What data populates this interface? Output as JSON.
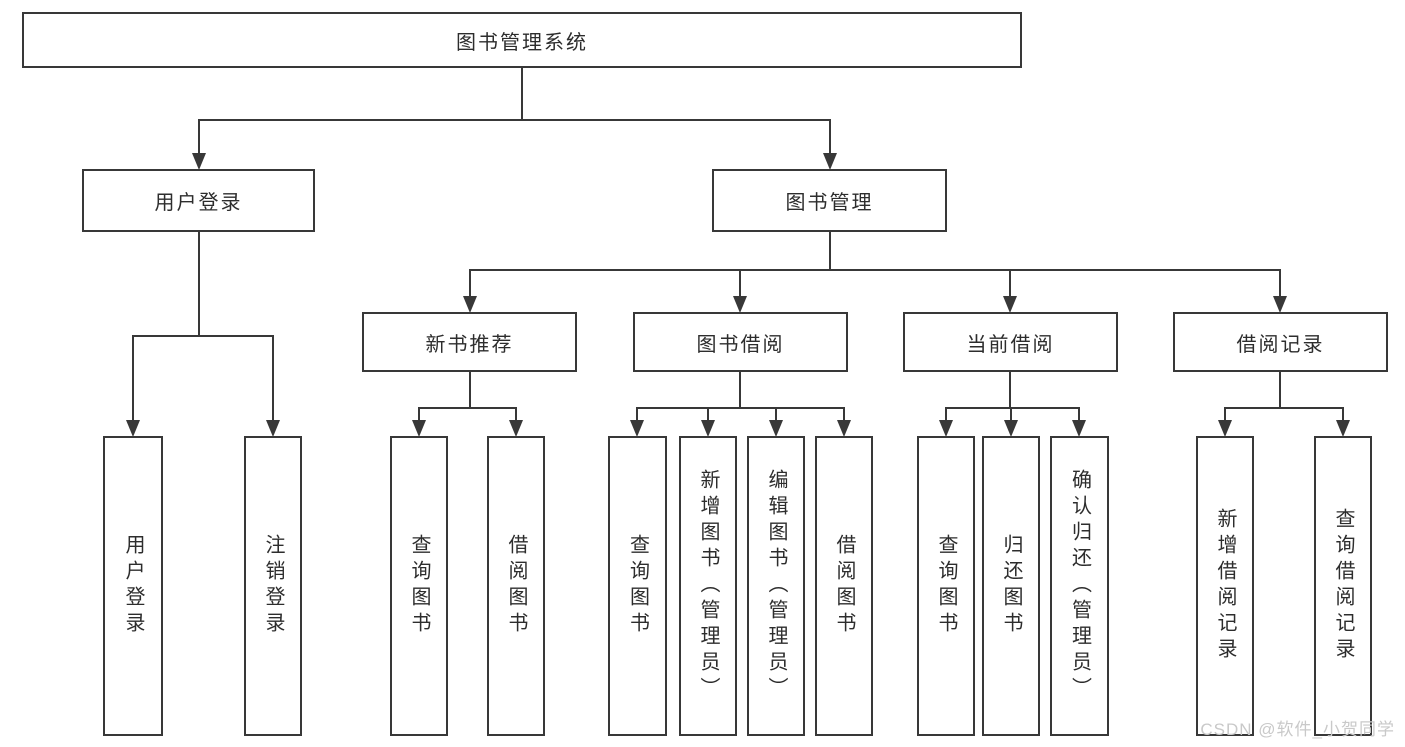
{
  "nodes": {
    "root": "图书管理系统",
    "user_login": "用户登录",
    "book_mgmt": "图书管理",
    "new_book_rec": "新书推荐",
    "book_borrow": "图书借阅",
    "current_borrow": "当前借阅",
    "borrow_records": "借阅记录",
    "ul_login": "用户登录",
    "ul_logout": "注销登录",
    "nbr_query_book": "查询图书",
    "nbr_borrow_book": "借阅图书",
    "bb_query_book": "查询图书",
    "bb_add_book": "新增图书（管理员）",
    "bb_edit_book": "编辑图书（管理员）",
    "bb_borrow_book": "借阅图书",
    "cb_query_book": "查询图书",
    "cb_return_book": "归还图书",
    "cb_confirm_return": "确认归还（管理员）",
    "br_add_record": "新增借阅记录",
    "br_query_record": "查询借阅记录"
  },
  "hierarchy": {
    "图书管理系统": {
      "用户登录": [
        "用户登录",
        "注销登录"
      ],
      "图书管理": {
        "新书推荐": [
          "查询图书",
          "借阅图书"
        ],
        "图书借阅": [
          "查询图书",
          "新增图书（管理员）",
          "编辑图书（管理员）",
          "借阅图书"
        ],
        "当前借阅": [
          "查询图书",
          "归还图书",
          "确认归还（管理员）"
        ],
        "借阅记录": [
          "新增借阅记录",
          "查询借阅记录"
        ]
      }
    }
  },
  "watermark": "CSDN @软件_小贺同学",
  "colors": {
    "line": "#383838",
    "box_border": "#383838",
    "text": "#2d2d2d",
    "watermark": "#c9c9c9",
    "background": "#ffffff"
  }
}
